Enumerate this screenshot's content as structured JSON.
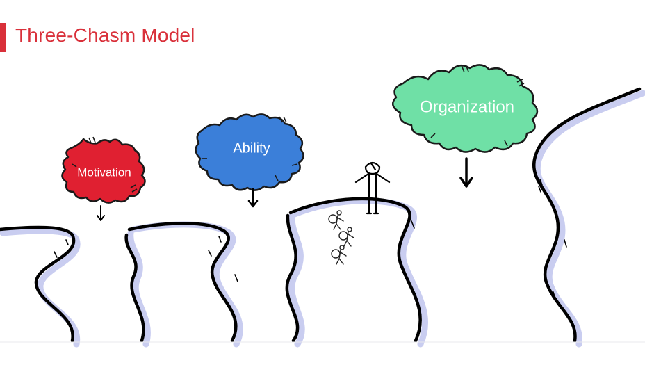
{
  "slide": {
    "title": "Three-Chasm Model"
  },
  "chasms": [
    {
      "label": "Motivation",
      "color": "#e02031"
    },
    {
      "label": "Ability",
      "color": "#3b7fd9"
    },
    {
      "label": "Organization",
      "color": "#6fe0a6"
    }
  ],
  "figures": {
    "leader": "person-standing-arms-raised-icon",
    "climbers": "person-climbing-with-backpack-icon"
  }
}
